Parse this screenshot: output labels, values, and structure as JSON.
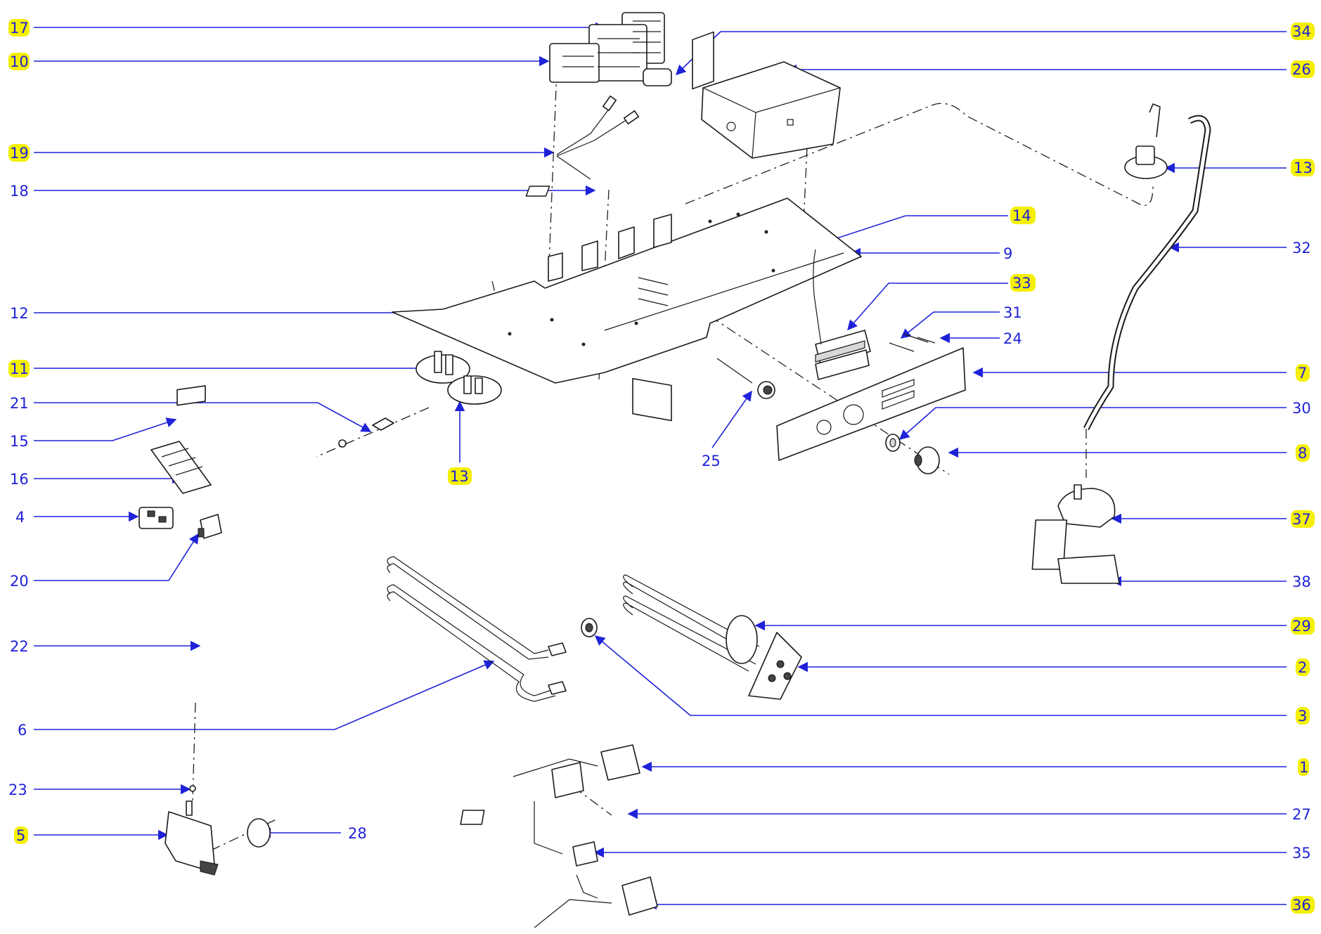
{
  "colors": {
    "callout_text": "#1e22d8",
    "leader_line": "#1e22d8",
    "highlight": "#f4f000",
    "drawing": "#1a1a1a"
  },
  "callouts": {
    "c17": "17",
    "c10": "10",
    "c19": "19",
    "c18": "18",
    "c12": "12",
    "c11": "11",
    "c21": "21",
    "c15": "15",
    "c16": "16",
    "c4": "4",
    "c20": "20",
    "c22": "22",
    "c6": "6",
    "c23": "23",
    "c5": "5",
    "c28": "28",
    "c13a": "13",
    "c25": "25",
    "c34": "34",
    "c26": "26",
    "c13b": "13",
    "c14": "14",
    "c32": "32",
    "c9": "9",
    "c33": "33",
    "c31": "31",
    "c24": "24",
    "c7": "7",
    "c30": "30",
    "c8": "8",
    "c37": "37",
    "c38": "38",
    "c29": "29",
    "c2": "2",
    "c3": "3",
    "c1": "1",
    "c27": "27",
    "c35": "35",
    "c36": "36"
  },
  "highlighted_callouts": [
    "17",
    "10",
    "19",
    "11",
    "5",
    "13 (center)",
    "34",
    "26",
    "13 (right)",
    "14",
    "33",
    "7",
    "8",
    "37",
    "29",
    "2",
    "3",
    "1",
    "36"
  ]
}
